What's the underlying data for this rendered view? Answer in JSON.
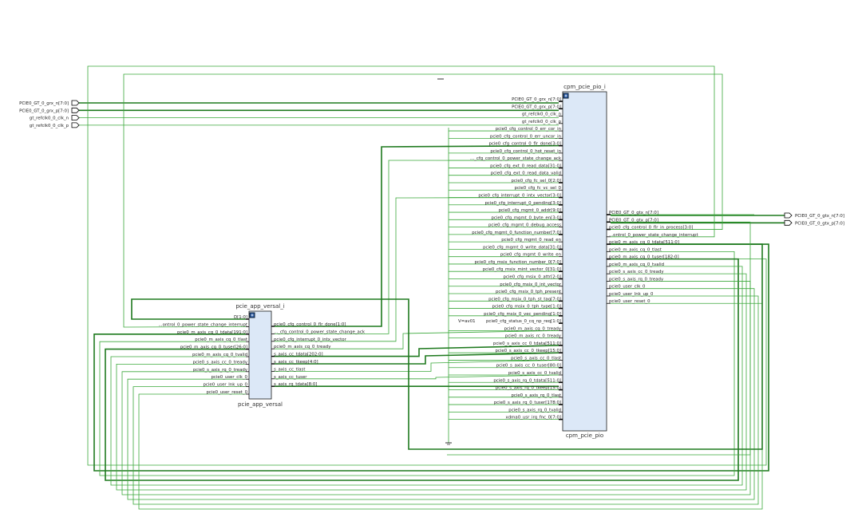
{
  "colors": {
    "wire": "#3aa83a",
    "bus": "#1f7a1f",
    "block_fill": "#dce8f7",
    "block_stroke": "#1a1a1a",
    "text": "#222222"
  },
  "cpm": {
    "instance_name": "cpm_pcie_pio_i",
    "module_name": "cpm_pcie_pio",
    "left_ports": [
      "PCIE0_GT_0_grx_n[7:0]",
      "PCIE0_GT_0_grx_p[7:0]",
      "gt_refclk0_0_clk_n",
      "gt_refclk0_0_clk_p",
      "pcie0_cfg_control_0_err_cor_in",
      "pcie0_cfg_control_0_err_uncor_in",
      "pcie0_cfg_control_0_flr_done[3:0]",
      "pcie0_cfg_control_0_hot_reset_in",
      "..._cfg_control_0_power_state_change_ack",
      "pcie0_cfg_ext_0_read_data[31:0]",
      "pcie0_cfg_ext_0_read_data_valid",
      "pcie0_cfg_fc_sel_0[2:0]",
      "pcie0_cfg_fc_vc_sel_0",
      "pcie0_cfg_interrupt_0_intx_vector[3:0]",
      "pcie0_cfg_interrupt_0_pending[3:0]",
      "pcie0_cfg_mgmt_0_addr[9:0]",
      "pcie0_cfg_mgmt_0_byte_en[3:0]",
      "pcie0_cfg_mgmt_0_debug_access",
      "pcie0_cfg_mgmt_0_function_number[7:0]",
      "pcie0_cfg_mgmt_0_read_en",
      "pcie0_cfg_mgmt_0_write_data[31:0]",
      "pcie0_cfg_mgmt_0_write_en",
      "pcie0_cfg_msix_function_number_0[7:0]",
      "pcie0_cfg_msix_mint_vector_0[31:0]",
      "pcie0_cfg_msix_0_attr[2:0]",
      "pcie0_cfg_msix_0_int_vector",
      "pcie0_cfg_msix_0_tph_present",
      "pcie0_cfg_msix_0_tph_st_tag[7:0]",
      "pcie0_cfg_msix_0_tph_type[1:0]",
      "pcie0_cfg_msix_0_vec_pending[1:0]",
      "pcie0_cfg_status_0_cq_np_req[1:0]",
      "pcie0_m_axis_cq_0_tready",
      "pcie0_m_axis_rc_0_tready",
      "pcie0_s_axis_cc_0_tdata[511:0]",
      "pcie0_s_axis_cc_0_tkeep[15:0]",
      "pcie0_s_axis_cc_0_tlast",
      "pcie0_s_axis_cc_0_tuser[80:0]",
      "pcie0_s_axis_cc_0_tvalid",
      "pcie0_s_axis_rq_0_tdata[511:0]",
      "pcie0_s_axis_rq_0_tkeep[15:0]",
      "pcie0_s_axis_rq_0_tlast",
      "pcie0_s_axis_rq_0_tuser[178:0]",
      "pcie0_s_axis_rq_0_tvalid",
      "xdma0_usr_irq_fnc_0[7:0]"
    ],
    "right_ports": [
      "PCIE0_GT_0_gtx_n[7:0]",
      "PCIE0_GT_0_gtx_p[7:0]",
      "pcie0_cfg_control_0_flr_in_process[3:0]",
      "...ontrol_0_power_state_change_interrupt",
      "pcie0_m_axis_cq_0_tdata[511:0]",
      "pcie0_m_axis_cq_0_tlast",
      "pcie0_m_axis_cq_0_tuser[182:0]",
      "pcie0_m_axis_cq_0_tvalid",
      "pcie0_s_axis_cc_0_tready",
      "pcie0_s_axis_rq_0_tready",
      "pcie0_user_clk_0",
      "pcie0_user_lnk_up_0",
      "pcie0_user_reset_0"
    ],
    "status_prefix": "V=av01"
  },
  "app": {
    "instance_name": "pcie_app_versal_i",
    "module_name": "pcie_app_versal",
    "left_ports": [
      "D[1:0]",
      "...ontrol_0_power_state_change_interrupt",
      "pcie0_m_axis_cq_0_tdata[191:0]",
      "pcie0_m_axis_cq_0_tlast",
      "pcie0_m_axis_cq_0_tuser[26:0]",
      "pcie0_m_axis_cq_0_tvalid",
      "pcie0_s_axis_cc_0_tready",
      "pcie0_s_axis_rq_0_tready",
      "pcie0_user_clk_0",
      "pcie0_user_lnk_up_0",
      "pcie0_user_reset_0"
    ],
    "right_ports": [
      "pcie0_cfg_control_0_flr_done[1:0]",
      "..._cfg_control_0_power_state_change_ack",
      "pcie0_cfg_interrupt_0_intx_vector",
      "pcie0_m_axis_cq_0_tready",
      "s_axis_cc_tdata[202:0]",
      "s_axis_cc_tkeep[4:0]",
      "s_axis_cc_tlast",
      "s_axis_cc_tuser",
      "s_axis_rq_tdata[8:0]"
    ]
  },
  "ext_inputs": [
    "PCIE0_GT_0_grx_n[7:0]",
    "PCIE0_GT_0_grx_p[7:0]",
    "gt_refclk0_0_clk_n",
    "gt_refclk0_0_clk_p"
  ],
  "ext_outputs": [
    "PCIE0_GT_0_gtx_n[7:0]",
    "PCIE0_GT_0_gtx_p[7:0]"
  ],
  "icons": {
    "expand": "plus-box-icon",
    "port": "pentagon-port-icon",
    "vcc": "tee-icon",
    "gnd": "ground-icon"
  }
}
